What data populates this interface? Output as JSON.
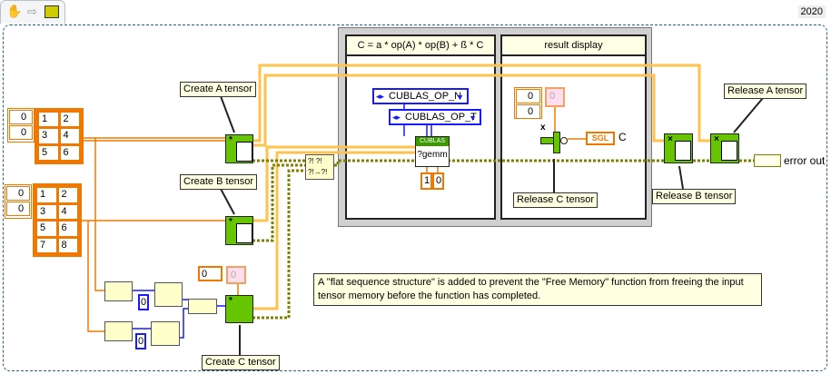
{
  "toolbar": {
    "icons": [
      "hand-icon",
      "arrow-icon",
      "vi-icon"
    ],
    "version": "2020"
  },
  "sequence": {
    "frame1_title": "C = a * op(A) * op(B) + ß * C",
    "frame2_title": "result display"
  },
  "labels": {
    "create_a": "Create A tensor",
    "create_b": "Create B tensor",
    "create_c": "Create C tensor",
    "release_a": "Release A tensor",
    "release_b": "Release B tensor",
    "release_c": "Release C tensor"
  },
  "array_a": {
    "index": [
      "0",
      "0"
    ],
    "values": [
      "1",
      "2",
      "3",
      "4",
      "5",
      "6"
    ]
  },
  "array_b": {
    "index": [
      "0",
      "0"
    ],
    "values": [
      "1",
      "2",
      "3",
      "4",
      "5",
      "6",
      "7",
      "8"
    ]
  },
  "create_c_inputs": {
    "index": "0",
    "value": "0"
  },
  "dims_consts": [
    "0",
    "0"
  ],
  "gemm": {
    "op_a": "CUBLAS_OP_N",
    "op_b": "CUBLAS_OP_T",
    "node_header": "CUBLAS",
    "node_name": "?gemm",
    "alpha": "1",
    "beta": "0"
  },
  "result": {
    "index": [
      "0",
      "0"
    ],
    "value": "0",
    "type_tag": "SGL",
    "indicator_label": "C"
  },
  "error_out": "error out",
  "comment": "A \"flat sequence structure\" is added to prevent the \"Free Memory\" function from freeing the input tensor memory before the function has completed.",
  "colors": {
    "tensor_wire": "#ffc34d",
    "error_wire": "#808000",
    "array_wire": "#f07800",
    "enum_wire": "#1a1aff",
    "vi_green": "#66c400"
  }
}
